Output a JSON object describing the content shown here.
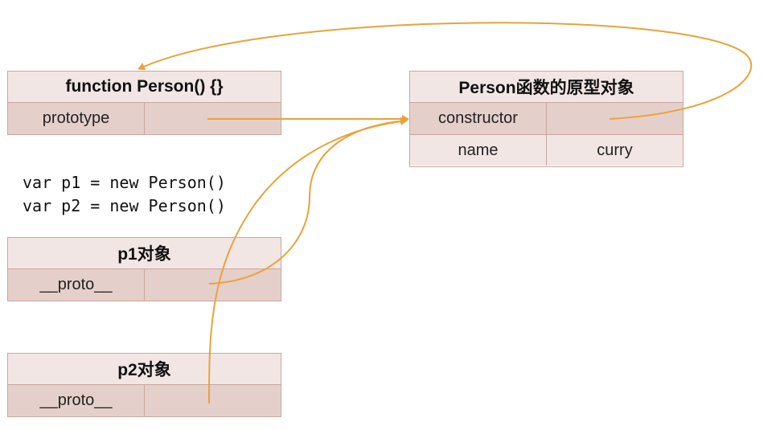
{
  "person_fn": {
    "title": "function Person() {}",
    "key": "prototype",
    "value": ""
  },
  "proto_obj": {
    "title": "Person函数的原型对象",
    "rows": [
      {
        "key": "constructor",
        "value": ""
      },
      {
        "key": "name",
        "value": "curry"
      }
    ]
  },
  "code": [
    "var p1 = new Person()",
    "var p2 = new Person()"
  ],
  "p1": {
    "title": "p1对象",
    "key": "__proto__",
    "value": ""
  },
  "p2": {
    "title": "p2对象",
    "key": "__proto__",
    "value": ""
  },
  "colors": {
    "arrow": "#e8a33a",
    "border": "#c9a7a0",
    "header_bg": "#f2e6e4",
    "row_bg": "#e5cfcb"
  }
}
